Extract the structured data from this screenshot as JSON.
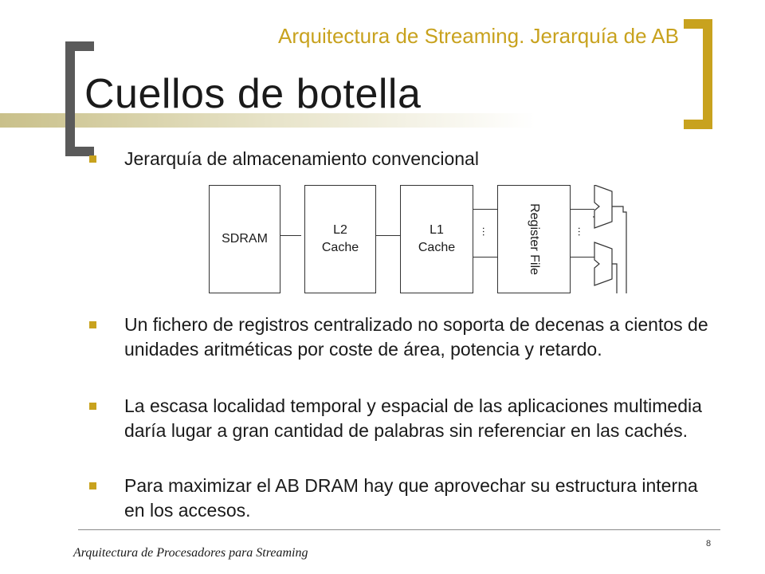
{
  "slide": {
    "subtitle": "Arquitectura de Streaming. Jerarquía de AB",
    "title": "Cuellos de botella",
    "bullets": [
      "Jerarquía de almacenamiento convencional",
      "Un fichero de registros centralizado no soporta de decenas a cientos de unidades aritméticas por coste de área, potencia y retardo.",
      "La escasa localidad temporal y espacial de las aplicaciones multimedia daría lugar a gran cantidad de palabras sin referenciar en las cachés.",
      "Para maximizar el AB DRAM hay que aprovechar su estructura interna en los accesos."
    ],
    "diagram": {
      "sdram": "SDRAM",
      "l2": "L2\nCache",
      "l1": "L1\nCache",
      "ellipsis": "…",
      "register_file": "Register File"
    },
    "footer": "Arquitectura de Procesadores para Streaming",
    "page_number": "8",
    "colors": {
      "accent": "#c8a21e",
      "bracket_dark": "#5a5a5a"
    }
  }
}
